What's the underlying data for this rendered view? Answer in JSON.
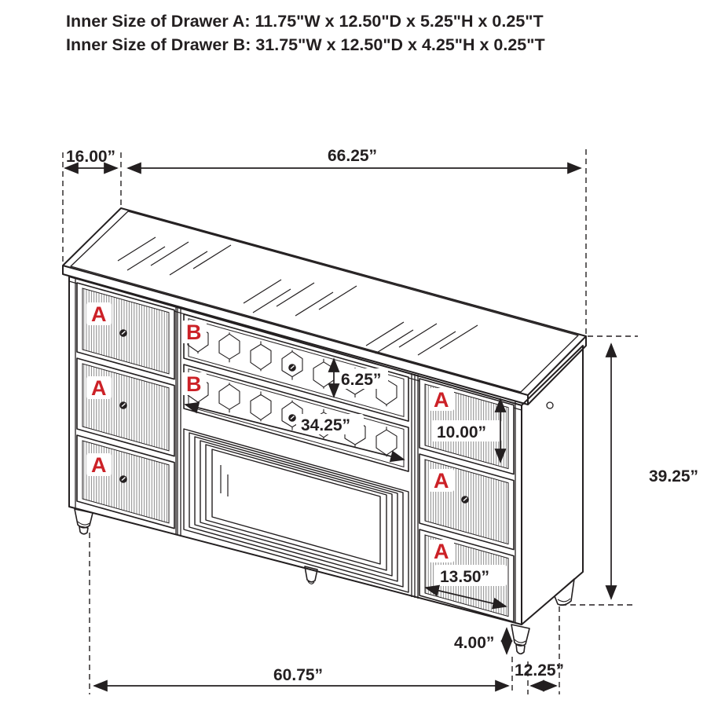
{
  "title": {
    "line1": "Inner Size of Drawer A: 11.75\"W x 12.50\"D x 5.25\"H x 0.25\"T",
    "line2": "Inner Size of Drawer B: 31.75\"W x 12.50\"D x 4.25\"H x 0.25\"T"
  },
  "drawer_labels": {
    "a": "A",
    "b": "B"
  },
  "dims": {
    "top_depth": "16.00”",
    "top_width": "66.25”",
    "drawer_b_height": "6.25”",
    "drawer_b_width": "34.25”",
    "drawer_a_height": "10.00”",
    "overall_height": "39.25”",
    "drawer_a_width": "13.50”",
    "leg_height": "4.00”",
    "front_leg_span": "60.75”",
    "side_leg_span": "12.25”"
  },
  "colors": {
    "line": "#231f20",
    "accent_red": "#cc2127",
    "background": "#ffffff"
  }
}
